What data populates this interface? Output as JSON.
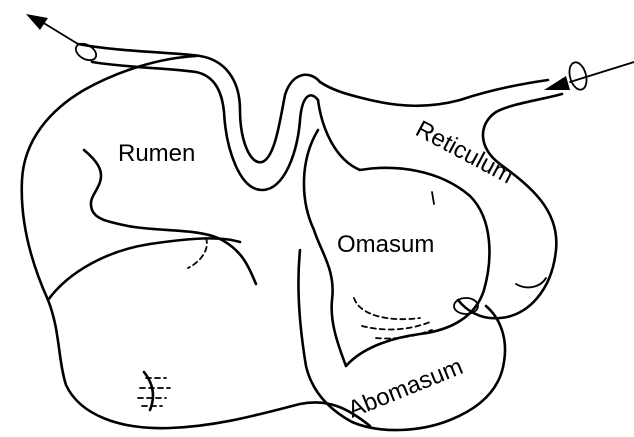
{
  "labels": {
    "rumen": "Rumen",
    "reticulum": "Reticulum",
    "omasum": "Omasum",
    "abomasum": "Abomasum"
  },
  "colors": {
    "line": "#000000",
    "background": "#ffffff"
  }
}
